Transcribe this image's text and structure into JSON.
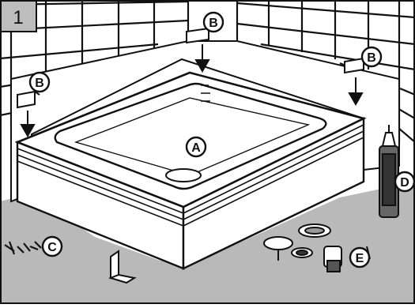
{
  "step_number": "1",
  "labels": {
    "a": "A",
    "b_left": "B",
    "b_center": "B",
    "b_right": "B",
    "c": "C",
    "d": "D",
    "e": "E"
  },
  "colors": {
    "ink": "#111111",
    "step_badge": "#bdbdbd",
    "floor": "#b9b9b9",
    "wall": "#ffffff",
    "tray": "#ffffff",
    "label_fill": "#ffffff"
  },
  "parts": {
    "a": "shower-tray",
    "b": "wall-bracket",
    "c": "fixing-screws",
    "d": "sealant-cartridge",
    "e": "waste-trap-kit"
  }
}
